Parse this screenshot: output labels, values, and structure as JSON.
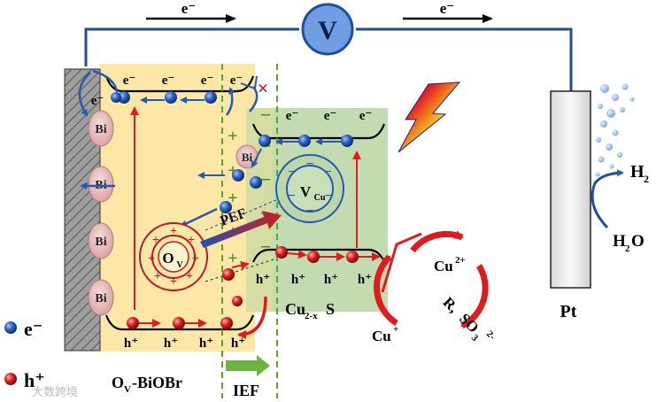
{
  "circuit": {
    "electron_flow_left": "e⁻",
    "electron_flow_right": "e⁻",
    "voltmeter": "V"
  },
  "labels": {
    "electron_symbol": "e⁻",
    "hole_symbol": "h⁺",
    "bi": "Bi",
    "vacancy_o_main": "O",
    "vacancy_o_sub": "V",
    "vacancy_cu_main": "V",
    "vacancy_cu_sub": "Cu",
    "pef": "PEF",
    "ief": "IEF",
    "semiconductor_left_main": "O",
    "semiconductor_left_sub": "V",
    "semiconductor_left_rest": "-BiOBr",
    "semiconductor_right_main": "Cu",
    "semiconductor_right_sub": "2-x",
    "semiconductor_right_rest": "S",
    "electrode": "Pt",
    "h2_main": "H",
    "h2_sub": "2",
    "h2o_main": "H",
    "h2o_sub": "2",
    "h2o_rest": "O",
    "cu2_main": "Cu",
    "cu2_sup": "2+",
    "cu1_main": "Cu",
    "cu1_sup": "+",
    "reagent_r": "R,",
    "sulfite_main": "SO",
    "sulfite_sub": "3",
    "sulfite_sup": "2-"
  },
  "legend": {
    "electron": "e⁻",
    "hole": "h⁺"
  },
  "watermark": "大数跨境",
  "colors": {
    "wire": "#1f4e9c",
    "electron": "#2459b5",
    "hole": "#d71d1d",
    "biobr_fill": "#fde7a6",
    "cus_fill": "#bcd7a8",
    "arrow_red": "#e01b1b",
    "ief_arrow": "#6cb33f",
    "dash": "#5aa02c"
  }
}
